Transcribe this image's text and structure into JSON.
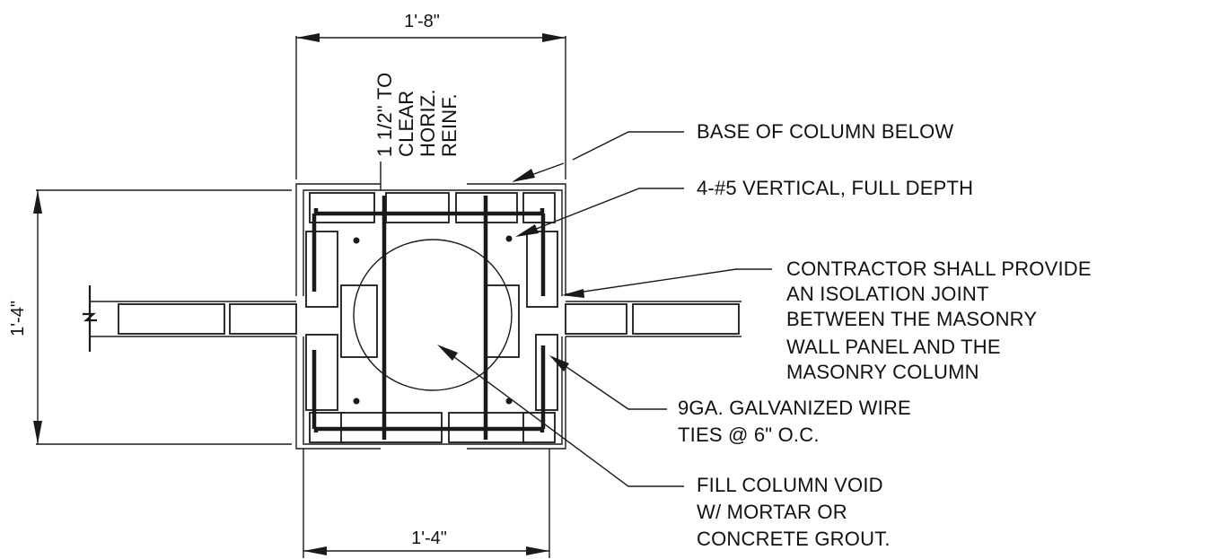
{
  "dimensions": {
    "top_width": "1'-8\"",
    "bottom_width": "1'-4\"",
    "left_height": "1'-4\""
  },
  "clearance_note": [
    "1 1/2\" TO",
    "CLEAR",
    "HORIZ.",
    "REINF."
  ],
  "callouts": {
    "base_of_column": [
      "BASE OF COLUMN BELOW"
    ],
    "vertical_bars": [
      "4-#5 VERTICAL, FULL DEPTH"
    ],
    "isolation_joint": [
      "CONTRACTOR SHALL PROVIDE",
      "AN ISOLATION JOINT",
      "BETWEEN THE MASONRY",
      "WALL PANEL AND THE",
      "MASONRY COLUMN"
    ],
    "wire_ties": [
      "9GA. GALVANIZED WIRE",
      "TIES @ 6\" O.C."
    ],
    "fill_void": [
      "FILL COLUMN VOID",
      "W/ MORTAR OR",
      "CONCRETE GROUT."
    ]
  }
}
